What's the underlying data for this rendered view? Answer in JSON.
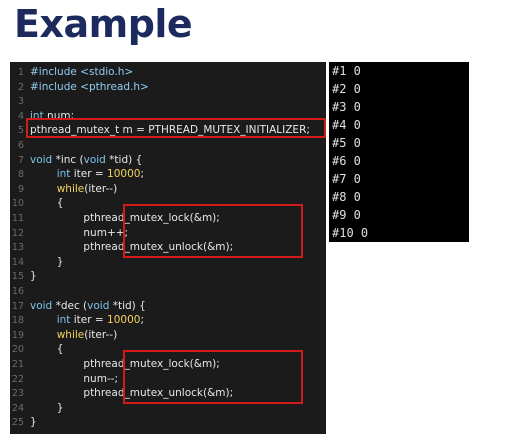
{
  "slide": {
    "title": "Example"
  },
  "code": {
    "lines": [
      {
        "n": "1",
        "segments": [
          {
            "t": "#include <stdio.h>",
            "c": "pp"
          }
        ]
      },
      {
        "n": "2",
        "segments": [
          {
            "t": "#include <pthread.h>",
            "c": "pp"
          }
        ]
      },
      {
        "n": "3",
        "segments": []
      },
      {
        "n": "4",
        "segments": [
          {
            "t": "int",
            "c": "kw"
          },
          {
            "t": " num;",
            "c": ""
          }
        ]
      },
      {
        "n": "5",
        "segments": [
          {
            "t": "pthread_mutex_t m = PTHREAD_MUTEX_INITIALIZER;",
            "c": ""
          }
        ]
      },
      {
        "n": "6",
        "segments": []
      },
      {
        "n": "7",
        "segments": [
          {
            "t": "void",
            "c": "kw"
          },
          {
            "t": " *inc (",
            "c": ""
          },
          {
            "t": "void",
            "c": "kw"
          },
          {
            "t": " *tid) {",
            "c": ""
          }
        ]
      },
      {
        "n": "8",
        "segments": [
          {
            "t": "        ",
            "c": ""
          },
          {
            "t": "int",
            "c": "kw"
          },
          {
            "t": " iter = ",
            "c": ""
          },
          {
            "t": "10000",
            "c": "tp"
          },
          {
            "t": ";",
            "c": ""
          }
        ]
      },
      {
        "n": "9",
        "segments": [
          {
            "t": "        ",
            "c": ""
          },
          {
            "t": "while",
            "c": "tp"
          },
          {
            "t": "(iter--)",
            "c": ""
          }
        ]
      },
      {
        "n": "10",
        "segments": [
          {
            "t": "        {",
            "c": ""
          }
        ]
      },
      {
        "n": "11",
        "segments": [
          {
            "t": "                pthread_mutex_lock(&m);",
            "c": ""
          }
        ]
      },
      {
        "n": "12",
        "segments": [
          {
            "t": "                num++;",
            "c": ""
          }
        ]
      },
      {
        "n": "13",
        "segments": [
          {
            "t": "                pthread_mutex_unlock(&m);",
            "c": ""
          }
        ]
      },
      {
        "n": "14",
        "segments": [
          {
            "t": "        }",
            "c": ""
          }
        ]
      },
      {
        "n": "15",
        "segments": [
          {
            "t": "}",
            "c": ""
          }
        ]
      },
      {
        "n": "16",
        "segments": []
      },
      {
        "n": "17",
        "segments": [
          {
            "t": "void",
            "c": "kw"
          },
          {
            "t": " *dec (",
            "c": ""
          },
          {
            "t": "void",
            "c": "kw"
          },
          {
            "t": " *tid) {",
            "c": ""
          }
        ]
      },
      {
        "n": "18",
        "segments": [
          {
            "t": "        ",
            "c": ""
          },
          {
            "t": "int",
            "c": "kw"
          },
          {
            "t": " iter = ",
            "c": ""
          },
          {
            "t": "10000",
            "c": "tp"
          },
          {
            "t": ";",
            "c": ""
          }
        ]
      },
      {
        "n": "19",
        "segments": [
          {
            "t": "        ",
            "c": ""
          },
          {
            "t": "while",
            "c": "tp"
          },
          {
            "t": "(iter--)",
            "c": ""
          }
        ]
      },
      {
        "n": "20",
        "segments": [
          {
            "t": "        {",
            "c": ""
          }
        ]
      },
      {
        "n": "21",
        "segments": [
          {
            "t": "                pthread_mutex_lock(&m);",
            "c": ""
          }
        ]
      },
      {
        "n": "22",
        "segments": [
          {
            "t": "                num--;",
            "c": ""
          }
        ]
      },
      {
        "n": "23",
        "segments": [
          {
            "t": "                pthread_mutex_unlock(&m);",
            "c": ""
          }
        ]
      },
      {
        "n": "24",
        "segments": [
          {
            "t": "        }",
            "c": ""
          }
        ]
      },
      {
        "n": "25",
        "segments": [
          {
            "t": "}",
            "c": ""
          }
        ]
      }
    ]
  },
  "output": {
    "lines": [
      "#1 0",
      "#2 0",
      "#3 0",
      "#4 0",
      "#5 0",
      "#6 0",
      "#7 0",
      "#8 0",
      "#9 0",
      "#10 0"
    ]
  },
  "colors": {
    "title": "#1c2a5e",
    "highlight_box": "#d11a1a",
    "code_background": "#1b1b1b",
    "output_background": "#000000"
  }
}
